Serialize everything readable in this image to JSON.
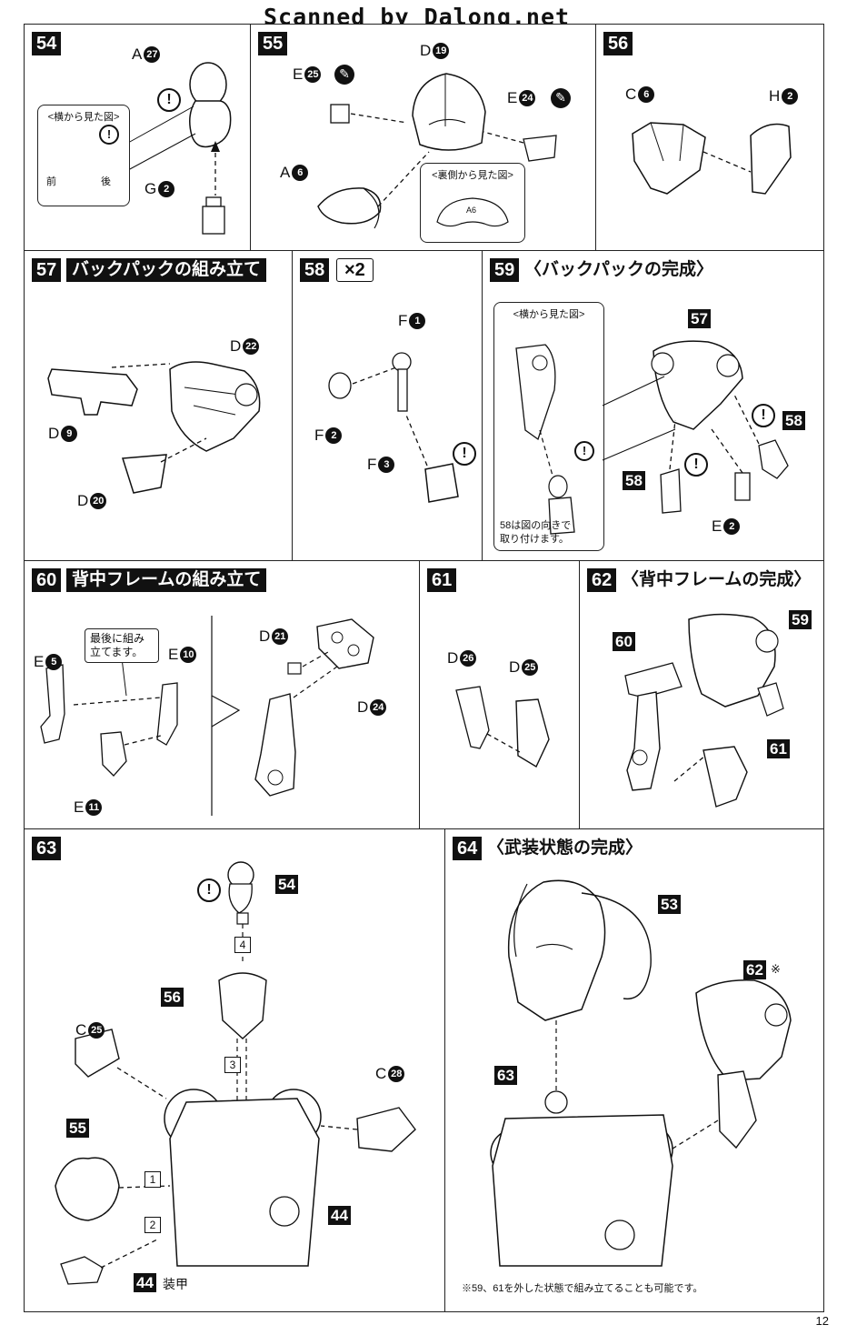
{
  "watermark": "Scanned by Dalong.net",
  "page_number": "12",
  "steps": {
    "s54": {
      "num": "54",
      "parts": [
        {
          "letter": "A",
          "n": "27"
        },
        {
          "letter": "G",
          "n": "2"
        }
      ],
      "box_caption": "<横から見た図>",
      "front": "前",
      "back": "後"
    },
    "s55": {
      "num": "55",
      "parts": [
        {
          "letter": "D",
          "n": "19"
        },
        {
          "letter": "E",
          "n": "25"
        },
        {
          "letter": "E",
          "n": "24"
        },
        {
          "letter": "A",
          "n": "6"
        }
      ],
      "box_caption": "<裏側から見た図>",
      "a6": "A6"
    },
    "s56": {
      "num": "56",
      "parts": [
        {
          "letter": "C",
          "n": "6"
        },
        {
          "letter": "H",
          "n": "2"
        }
      ]
    },
    "s57": {
      "num": "57",
      "title": "バックパックの組み立て",
      "parts": [
        {
          "letter": "D",
          "n": "22"
        },
        {
          "letter": "D",
          "n": "9"
        },
        {
          "letter": "D",
          "n": "20"
        }
      ]
    },
    "s58": {
      "num": "58",
      "multiplier": "×2",
      "parts": [
        {
          "letter": "F",
          "n": "1"
        },
        {
          "letter": "F",
          "n": "2"
        },
        {
          "letter": "F",
          "n": "3"
        }
      ]
    },
    "s59": {
      "num": "59",
      "title": "〈バックパックの完成〉",
      "box_caption": "<横から見た図>",
      "note_line1": "58は図の向きで",
      "note_line2": "取り付けます。",
      "refs": [
        "57",
        "58",
        "58"
      ],
      "parts": [
        {
          "letter": "E",
          "n": "2"
        }
      ]
    },
    "s60": {
      "num": "60",
      "title": "背中フレームの組み立て",
      "callout_line1": "最後に組み",
      "callout_line2": "立てます。",
      "parts": [
        {
          "letter": "E",
          "n": "5"
        },
        {
          "letter": "E",
          "n": "10"
        },
        {
          "letter": "E",
          "n": "11"
        },
        {
          "letter": "D",
          "n": "21"
        },
        {
          "letter": "D",
          "n": "24"
        }
      ]
    },
    "s61": {
      "num": "61",
      "parts": [
        {
          "letter": "D",
          "n": "26"
        },
        {
          "letter": "D",
          "n": "25"
        }
      ]
    },
    "s62": {
      "num": "62",
      "title": "〈背中フレームの完成〉",
      "refs": [
        "59",
        "60",
        "61"
      ]
    },
    "s63": {
      "num": "63",
      "refs": [
        "54",
        "56",
        "55",
        "44",
        "44"
      ],
      "armor": "装甲",
      "order": [
        "4",
        "3",
        "1",
        "2"
      ],
      "parts": [
        {
          "letter": "C",
          "n": "25"
        },
        {
          "letter": "C",
          "n": "28"
        }
      ]
    },
    "s64": {
      "num": "64",
      "title": "〈武装状態の完成〉",
      "refs": [
        "53",
        "62",
        "63"
      ],
      "asterisk": "※",
      "footnote": "※59、61を外した状態で組み立てることも可能です。"
    }
  }
}
